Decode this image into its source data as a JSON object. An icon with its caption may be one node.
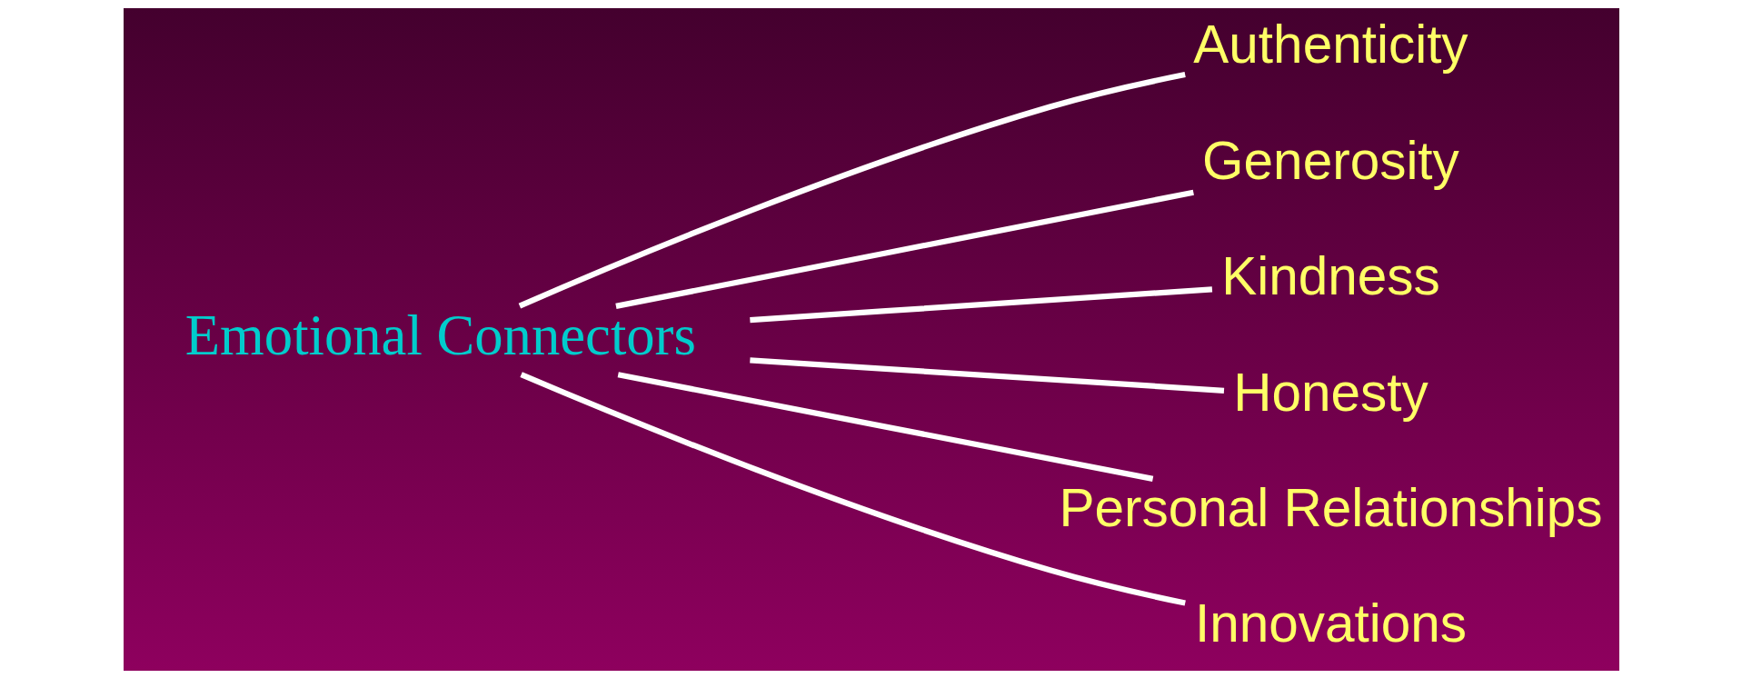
{
  "diagram": {
    "nodes": [
      {
        "text": [
          "Emotional Connectors"
        ]
      },
      {
        "text": [
          "Authenticity"
        ]
      },
      {
        "text": [
          "Generosity"
        ]
      },
      {
        "text": [
          "Kindness"
        ]
      },
      {
        "text": [
          "Honesty"
        ]
      },
      {
        "text": [
          "Personal Relationships"
        ]
      },
      {
        "text": [
          "Innovations"
        ]
      }
    ],
    "edges": [
      {
        "from": 0,
        "to": 1,
        "arrow": "none"
      },
      {
        "from": 0,
        "to": 2,
        "arrow": "none"
      },
      {
        "from": 0,
        "to": 3,
        "arrow": "none"
      },
      {
        "from": 0,
        "to": 4,
        "arrow": "none"
      },
      {
        "from": 0,
        "to": 5,
        "arrow": "none"
      },
      {
        "from": 0,
        "to": 6,
        "arrow": "none"
      }
    ]
  }
}
